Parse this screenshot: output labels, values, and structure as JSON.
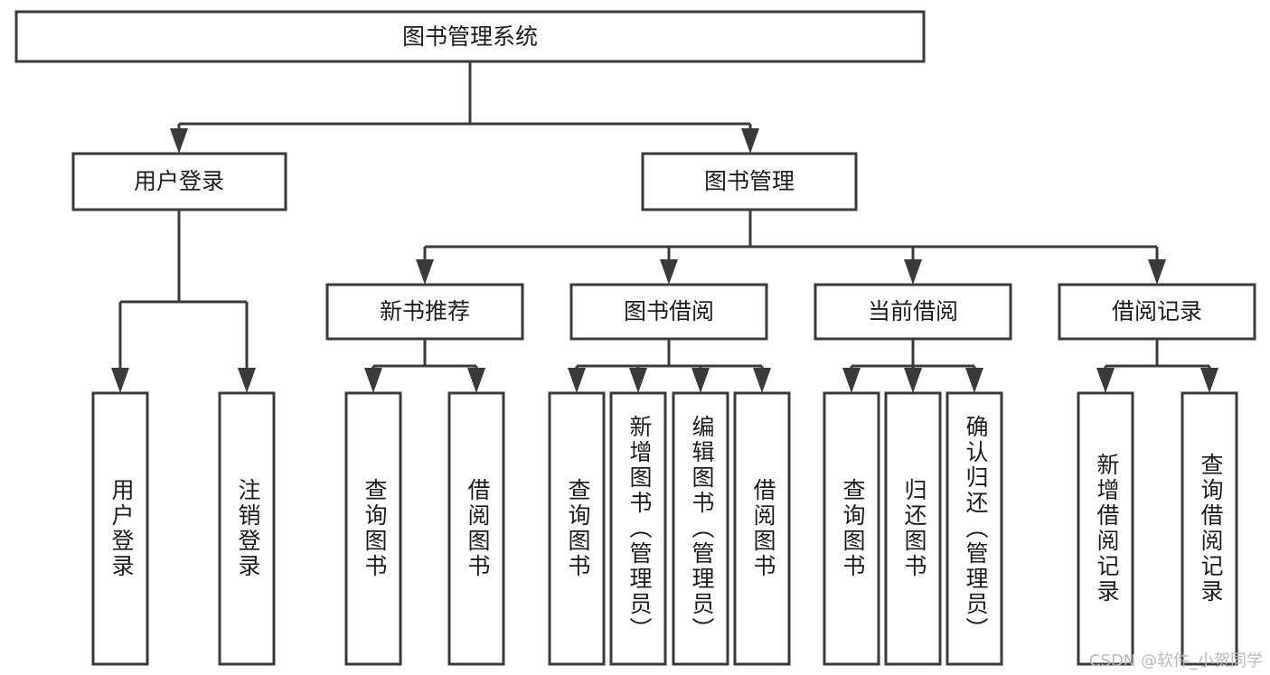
{
  "diagram": {
    "title": "图书管理系统",
    "type": "tree",
    "background_color": "#ffffff",
    "box_stroke_color": "#3a3a3a",
    "text_color": "#1c1c1c",
    "root": {
      "label": "图书管理系统"
    },
    "level2": [
      {
        "label": "用户登录"
      },
      {
        "label": "图书管理"
      }
    ],
    "level3": [
      {
        "label": "新书推荐"
      },
      {
        "label": "图书借阅"
      },
      {
        "label": "当前借阅"
      },
      {
        "label": "借阅记录"
      }
    ],
    "leaves": {
      "user_login": [
        {
          "label": "用户登录"
        },
        {
          "label": "注销登录"
        }
      ],
      "new_book_recommend": [
        {
          "label": "查询图书"
        },
        {
          "label": "借阅图书"
        }
      ],
      "book_borrow": [
        {
          "label": "查询图书"
        },
        {
          "label": "新增图书（管理员）"
        },
        {
          "label": "编辑图书（管理员）"
        },
        {
          "label": "借阅图书"
        }
      ],
      "current_borrow": [
        {
          "label": "查询图书"
        },
        {
          "label": "归还图书"
        },
        {
          "label": "确认归还（管理员）"
        }
      ],
      "borrow_record": [
        {
          "label": "新增借阅记录"
        },
        {
          "label": "查询借阅记录"
        }
      ]
    }
  },
  "watermark": {
    "text": "CSDN @软件_小贺同学"
  }
}
